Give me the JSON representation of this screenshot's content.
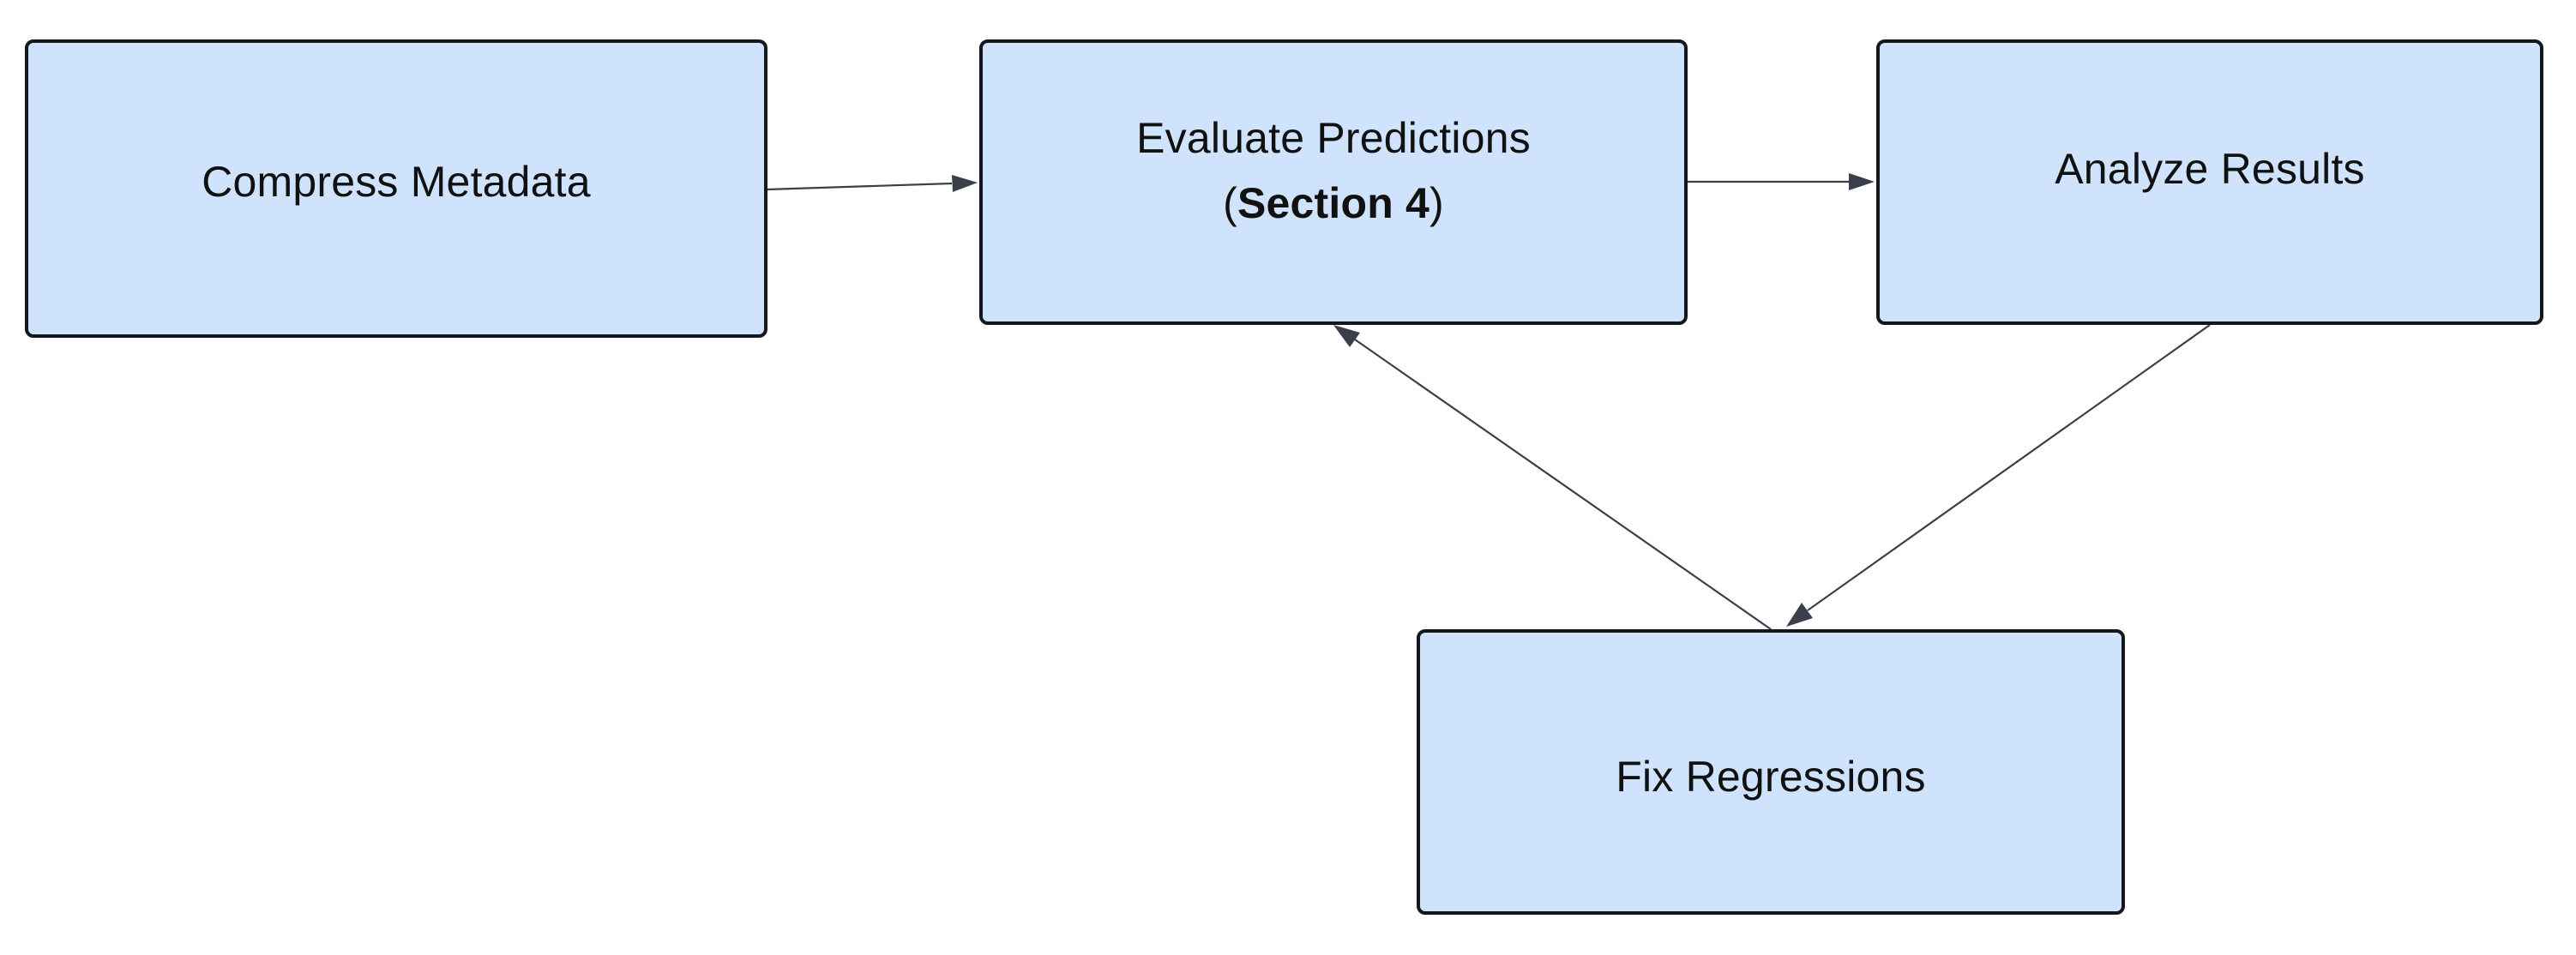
{
  "diagram": {
    "nodes": [
      {
        "id": "compress",
        "label": "Compress Metadata"
      },
      {
        "id": "evaluate",
        "label_main": "Evaluate Predictions",
        "label_open": "(",
        "label_bold": "Section 4",
        "label_close": ")"
      },
      {
        "id": "analyze",
        "label": "Analyze Results"
      },
      {
        "id": "fix",
        "label": "Fix Regressions"
      }
    ],
    "edges": [
      {
        "from": "compress",
        "to": "evaluate"
      },
      {
        "from": "evaluate",
        "to": "analyze"
      },
      {
        "from": "analyze",
        "to": "fix"
      },
      {
        "from": "fix",
        "to": "evaluate"
      }
    ],
    "colors": {
      "node_fill": "#cfe3fc",
      "node_border": "#15171c",
      "edge": "#3a3f4b",
      "text": "#111111"
    }
  }
}
